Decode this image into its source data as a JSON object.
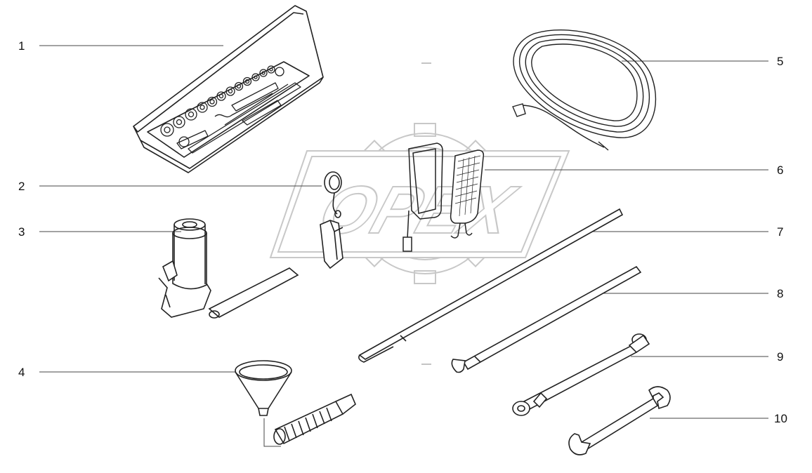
{
  "diagram": {
    "callouts": [
      {
        "number": "1",
        "part": "socket-set-case"
      },
      {
        "number": "2",
        "part": "tire-pressure-gauge"
      },
      {
        "number": "3",
        "part": "bottle-jack-with-handle"
      },
      {
        "number": "4",
        "part": "funnel-with-hose"
      },
      {
        "number": "5",
        "part": "tire-inflation-hose"
      },
      {
        "number": "6",
        "part": "inspection-lamp"
      },
      {
        "number": "7",
        "part": "pry-bar"
      },
      {
        "number": "8",
        "part": "tire-lever"
      },
      {
        "number": "9",
        "part": "wheel-wrench"
      },
      {
        "number": "10",
        "part": "open-end-wrench"
      }
    ],
    "watermark_text": "OPEX",
    "colors": {
      "line": "#222222",
      "watermark": "#c9c9c9",
      "background": "#ffffff"
    }
  }
}
